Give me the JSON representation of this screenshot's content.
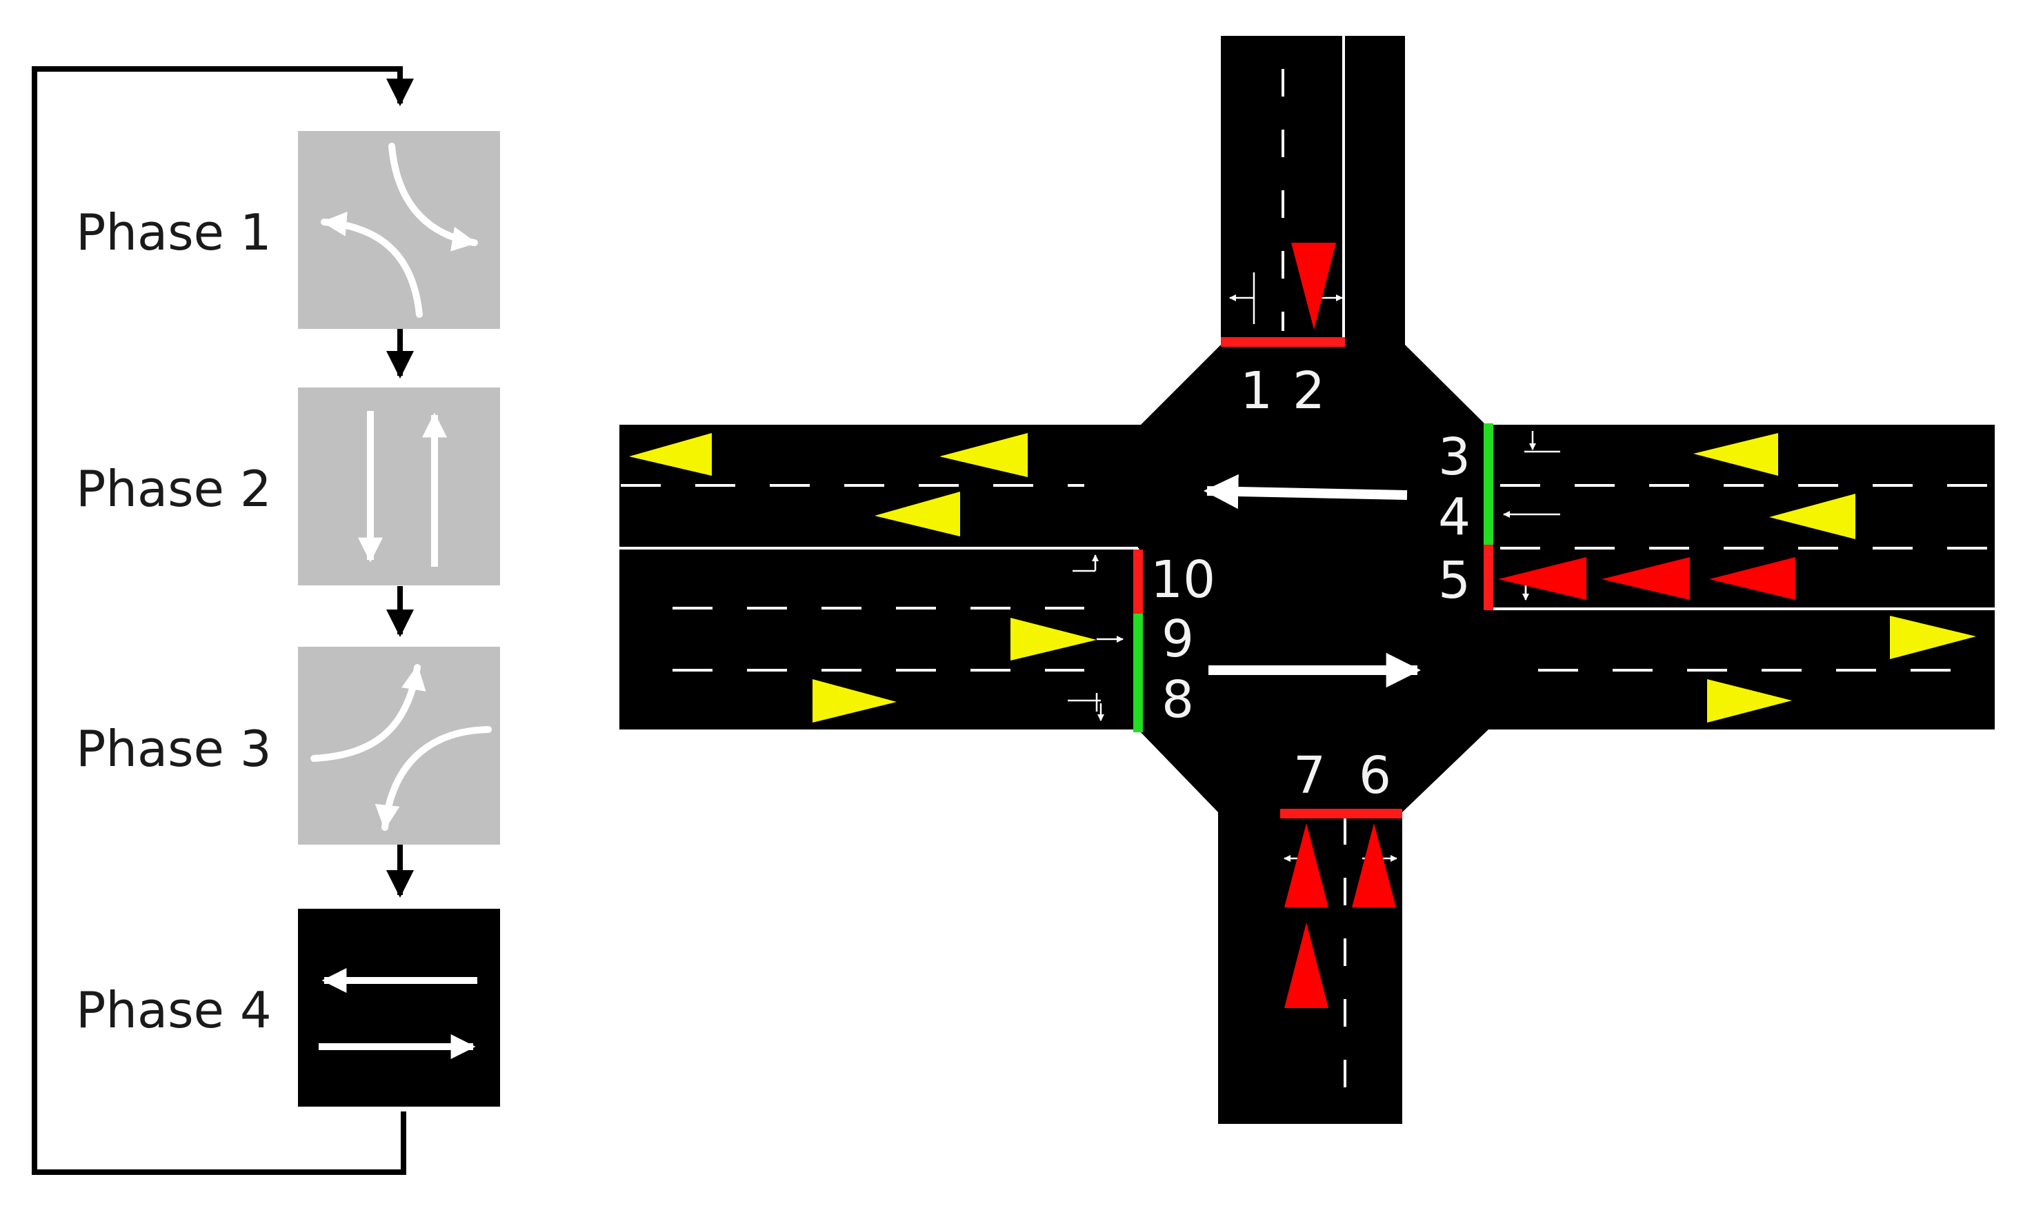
{
  "phases": [
    {
      "label": "Phase 1",
      "state": "inactive",
      "movement": "left-turns-north-south"
    },
    {
      "label": "Phase 2",
      "state": "inactive",
      "movement": "through-north-south"
    },
    {
      "label": "Phase 3",
      "state": "inactive",
      "movement": "left-turns-east-west"
    },
    {
      "label": "Phase 4",
      "state": "active",
      "movement": "through-east-west"
    }
  ],
  "lanes": [
    {
      "number": "1",
      "approach": "north",
      "signal": "red"
    },
    {
      "number": "2",
      "approach": "north",
      "signal": "red"
    },
    {
      "number": "3",
      "approach": "east",
      "signal": "green"
    },
    {
      "number": "4",
      "approach": "east",
      "signal": "green"
    },
    {
      "number": "5",
      "approach": "east",
      "signal": "red"
    },
    {
      "number": "6",
      "approach": "south",
      "signal": "red"
    },
    {
      "number": "7",
      "approach": "south",
      "signal": "red"
    },
    {
      "number": "8",
      "approach": "west",
      "signal": "green"
    },
    {
      "number": "9",
      "approach": "west",
      "signal": "green"
    },
    {
      "number": "10",
      "approach": "west",
      "signal": "red"
    }
  ],
  "colors": {
    "road": "#000000",
    "phase_inactive": "#c0c0c0",
    "phase_active": "#000000",
    "signal_red": "#ff1a1a",
    "signal_green": "#22dd22",
    "vehicle_moving": "#f5f500",
    "vehicle_stopped": "#ff0000",
    "marking": "#ffffff"
  }
}
